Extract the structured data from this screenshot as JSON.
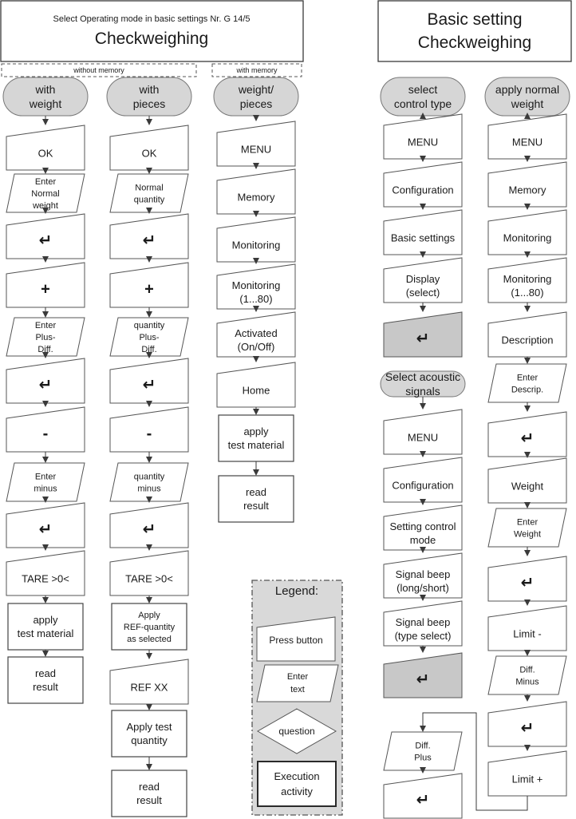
{
  "colors": {
    "node_fill": "#ffffff",
    "term_fill": "#d6d6d6",
    "dark_fill": "#c8c8c8",
    "legend_fill": "#d9d9d9",
    "stroke": "#555555",
    "line": "#3a3a3a"
  },
  "header_left": {
    "subtitle": "Select Operating mode in basic settings Nr. G 14/5",
    "title": "Checkweighing"
  },
  "header_right": {
    "line1": "Basic setting",
    "line2": "Checkweighing"
  },
  "group_labels": {
    "without_memory": "without memory",
    "with_memory": "with memory"
  },
  "legend": {
    "title": "Legend:",
    "press_button": "Press button",
    "enter_text": [
      "Enter",
      "text"
    ],
    "question": "question",
    "execution": [
      "Execution",
      "activity"
    ]
  },
  "columns": [
    {
      "id": "weight",
      "start": [
        "with",
        "weight"
      ],
      "steps": [
        {
          "type": "button",
          "lines": [
            "OK"
          ]
        },
        {
          "type": "input",
          "lines": [
            "Enter",
            "Normal",
            "weight"
          ]
        },
        {
          "type": "button",
          "lines": [
            "↵"
          ]
        },
        {
          "type": "button",
          "lines": [
            "+"
          ]
        },
        {
          "type": "input",
          "lines": [
            "Enter",
            "Plus-",
            "Diff."
          ]
        },
        {
          "type": "button",
          "lines": [
            "↵"
          ]
        },
        {
          "type": "button",
          "lines": [
            "-"
          ]
        },
        {
          "type": "input",
          "lines": [
            "Enter",
            "minus"
          ]
        },
        {
          "type": "button",
          "lines": [
            "↵"
          ]
        },
        {
          "type": "button",
          "lines": [
            "TARE >0<"
          ]
        },
        {
          "type": "process",
          "lines": [
            "apply",
            "test material"
          ]
        },
        {
          "type": "process",
          "lines": [
            "read",
            "result"
          ]
        }
      ]
    },
    {
      "id": "pieces",
      "start": [
        "with",
        "pieces"
      ],
      "steps": [
        {
          "type": "button",
          "lines": [
            "OK"
          ]
        },
        {
          "type": "input",
          "lines": [
            "Normal",
            "quantity"
          ]
        },
        {
          "type": "button",
          "lines": [
            "↵"
          ]
        },
        {
          "type": "button",
          "lines": [
            "+"
          ]
        },
        {
          "type": "input",
          "lines": [
            "quantity",
            "Plus-",
            "Diff."
          ]
        },
        {
          "type": "button",
          "lines": [
            "↵"
          ]
        },
        {
          "type": "button",
          "lines": [
            "-"
          ]
        },
        {
          "type": "input",
          "lines": [
            "quantity",
            "minus"
          ]
        },
        {
          "type": "button",
          "lines": [
            "↵"
          ]
        },
        {
          "type": "button",
          "lines": [
            "TARE >0<"
          ]
        },
        {
          "type": "process",
          "lines": [
            "Apply",
            "REF-quantity",
            "as selected"
          ]
        },
        {
          "type": "button",
          "lines": [
            "REF XX"
          ]
        },
        {
          "type": "process",
          "lines": [
            "Apply test",
            "quantity"
          ]
        },
        {
          "type": "process",
          "lines": [
            "read",
            "result"
          ]
        }
      ]
    },
    {
      "id": "weight-pieces",
      "start": [
        "weight/",
        "pieces"
      ],
      "steps": [
        {
          "type": "button",
          "lines": [
            "MENU"
          ]
        },
        {
          "type": "button",
          "lines": [
            "Memory"
          ]
        },
        {
          "type": "button",
          "lines": [
            "Monitoring"
          ]
        },
        {
          "type": "button",
          "lines": [
            "Monitoring",
            "(1...80)"
          ]
        },
        {
          "type": "button",
          "lines": [
            "Activated",
            "(On/Off)"
          ]
        },
        {
          "type": "button",
          "lines": [
            "Home"
          ]
        },
        {
          "type": "process",
          "lines": [
            "apply",
            "test material"
          ]
        },
        {
          "type": "process",
          "lines": [
            "read",
            "result"
          ]
        }
      ]
    },
    {
      "id": "control-type",
      "start": [
        "select",
        "control type"
      ],
      "steps": [
        {
          "type": "button",
          "lines": [
            "MENU"
          ]
        },
        {
          "type": "button",
          "lines": [
            "Configuration"
          ]
        },
        {
          "type": "button",
          "lines": [
            "Basic settings"
          ]
        },
        {
          "type": "button",
          "lines": [
            "Display",
            "(select)"
          ]
        },
        {
          "type": "button-dark",
          "lines": [
            "↵"
          ]
        }
      ]
    },
    {
      "id": "acoustic",
      "start": [
        "Select acoustic",
        "signals"
      ],
      "steps": [
        {
          "type": "button",
          "lines": [
            "MENU"
          ]
        },
        {
          "type": "button",
          "lines": [
            "Configuration"
          ]
        },
        {
          "type": "button",
          "lines": [
            "Setting control",
            "mode"
          ]
        },
        {
          "type": "button",
          "lines": [
            "Signal beep",
            "(long/short)"
          ]
        },
        {
          "type": "button",
          "lines": [
            "Signal beep",
            "(type select)"
          ]
        },
        {
          "type": "button-dark",
          "lines": [
            "↵"
          ]
        }
      ]
    },
    {
      "id": "normal-weight",
      "start": [
        "apply normal",
        "weight"
      ],
      "steps": [
        {
          "type": "button",
          "lines": [
            "MENU"
          ]
        },
        {
          "type": "button",
          "lines": [
            "Memory"
          ]
        },
        {
          "type": "button",
          "lines": [
            "Monitoring"
          ]
        },
        {
          "type": "button",
          "lines": [
            "Monitoring",
            "(1...80)"
          ]
        },
        {
          "type": "button",
          "lines": [
            "Description"
          ]
        },
        {
          "type": "input",
          "lines": [
            "Enter",
            "Descrip."
          ]
        },
        {
          "type": "button",
          "lines": [
            "↵"
          ]
        },
        {
          "type": "button",
          "lines": [
            "Weight"
          ]
        },
        {
          "type": "input",
          "lines": [
            "Enter",
            "Weight"
          ]
        },
        {
          "type": "button",
          "lines": [
            "↵"
          ]
        },
        {
          "type": "button",
          "lines": [
            "Limit -"
          ]
        },
        {
          "type": "input",
          "lines": [
            "Diff.",
            "Minus"
          ]
        },
        {
          "type": "button",
          "lines": [
            "↵"
          ]
        },
        {
          "type": "button",
          "lines": [
            "Limit +"
          ]
        }
      ]
    },
    {
      "id": "plus-continuation",
      "start": null,
      "steps": [
        {
          "type": "input",
          "lines": [
            "Diff.",
            "Plus"
          ]
        },
        {
          "type": "button",
          "lines": [
            "↵"
          ]
        }
      ]
    }
  ]
}
